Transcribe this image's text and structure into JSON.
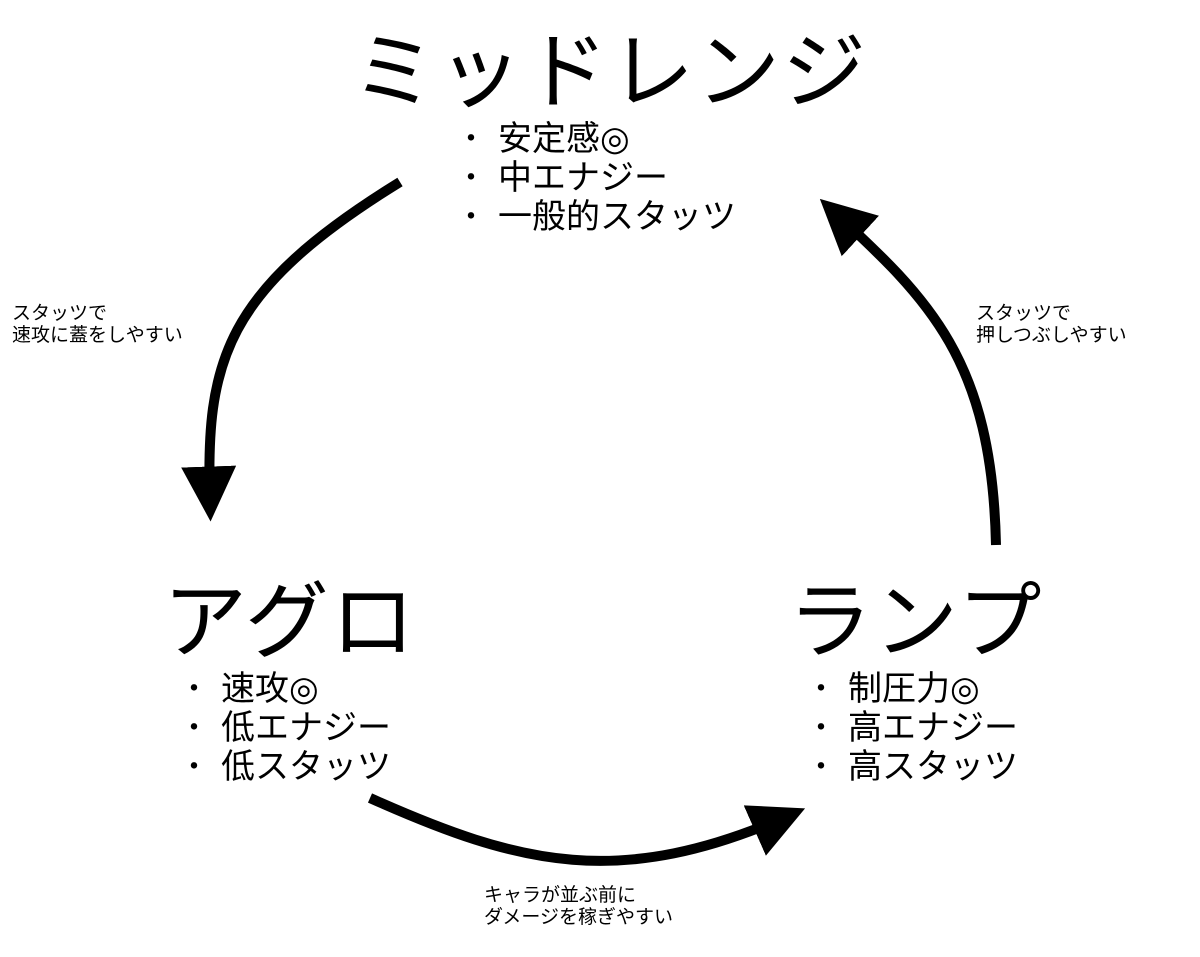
{
  "nodes": {
    "midrange": {
      "title": "ミッドレンジ",
      "items": [
        "安定感◎",
        "中エナジー",
        "一般的スタッツ"
      ]
    },
    "aggro": {
      "title": "アグロ",
      "items": [
        "速攻◎",
        "低エナジー",
        "低スタッツ"
      ]
    },
    "ramp": {
      "title": "ランプ",
      "items": [
        "制圧力◎",
        "高エナジー",
        "高スタッツ"
      ]
    }
  },
  "edges": {
    "midrange_to_aggro": {
      "line1": "スタッツで",
      "line2": "速攻に蓋をしやすい"
    },
    "aggro_to_ramp": {
      "line1": "キャラが並ぶ前に",
      "line2": "ダメージを稼ぎやすい"
    },
    "ramp_to_midrange": {
      "line1": "スタッツで",
      "line2": "押しつぶしやすい"
    }
  },
  "bullet": "・",
  "colors": {
    "arrow": "#000000",
    "text": "#000000",
    "background": "#ffffff"
  }
}
